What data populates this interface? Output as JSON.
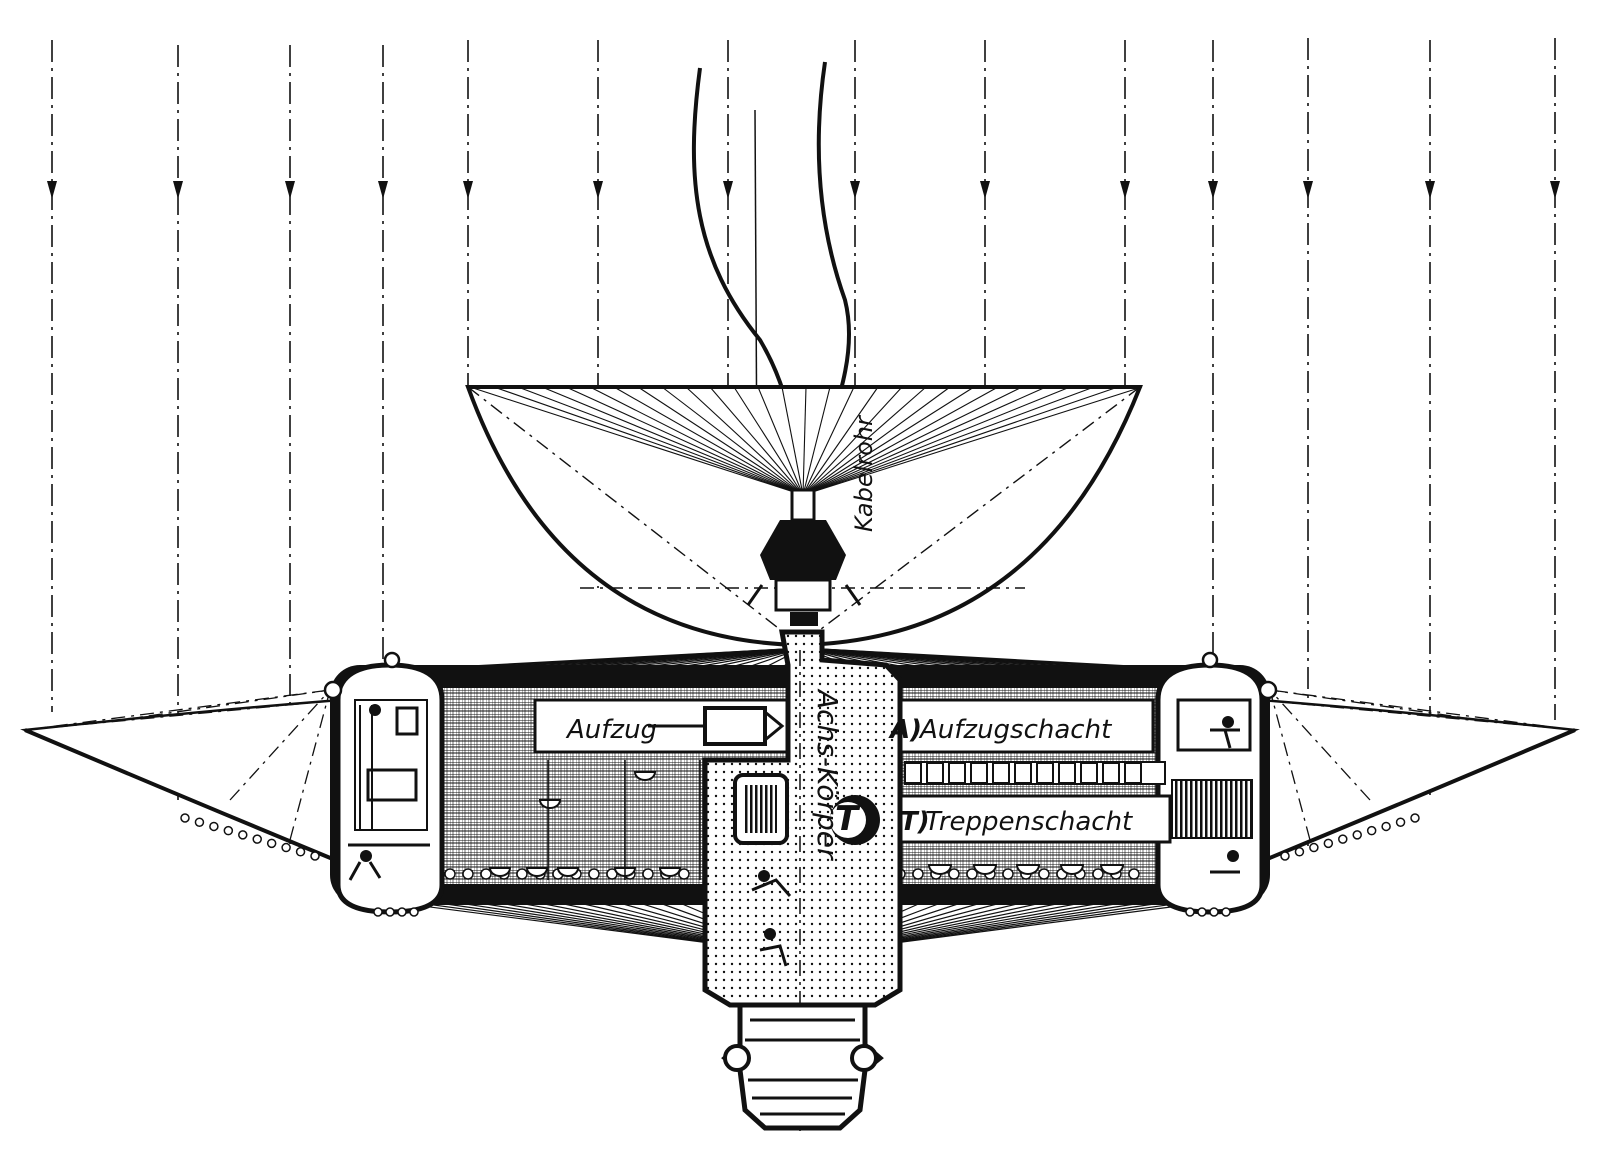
{
  "diagram": {
    "labels": {
      "aufzug": "Aufzug",
      "aufzugschacht_letter": "A)",
      "aufzugschacht": "Aufzugschacht",
      "treppenschacht_letter": "T)",
      "treppenschacht": "Treppenschacht",
      "achs_koerper": "Achs-Körper",
      "kabelrohr": "Kabelrohr",
      "hub_marker": "T"
    },
    "ink_color": "#111111",
    "paper_color": "#ffffff",
    "ray_count": 14,
    "ray_style": "dash-dot with arrowheads pointing down"
  }
}
